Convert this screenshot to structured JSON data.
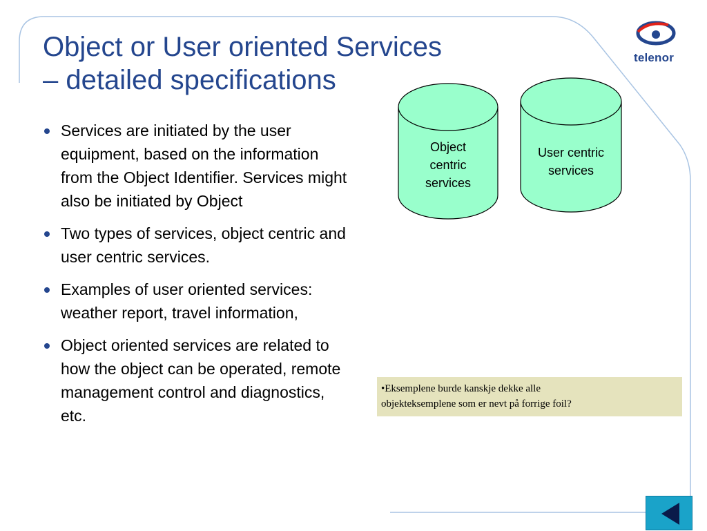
{
  "slide": {
    "title_line1": "Object or User oriented Services",
    "title_line2": "– detailed specifications",
    "bullets": [
      "Services are initiated by the user equipment, based on the information from the Object Identifier. Services might also be initiated by Object",
      "Two types of services, object centric and user centric services.",
      "Examples of user oriented services: weather report, travel information,",
      "Object oriented services are related to how the object can be operated, remote management control and diagnostics, etc."
    ],
    "cylinders": [
      {
        "label_lines": [
          "Object",
          "centric",
          "services"
        ],
        "fill": "#99ffcc"
      },
      {
        "label_lines": [
          "User centric",
          "services"
        ],
        "fill": "#99ffcc"
      }
    ],
    "note_lines": [
      "•Eksemplene burde kanskje dekke alle",
      "objekteksemplene som er nevt på forrige foil?"
    ],
    "note_bg": "#e5e3bd"
  },
  "logo": {
    "text": "telenor",
    "icon": "telenor-logo-icon"
  },
  "nav": {
    "icon": "back-arrow-icon",
    "color": "#1aa3c9"
  },
  "colors": {
    "title": "#24468e",
    "frame_line": "#a9c4e3"
  }
}
